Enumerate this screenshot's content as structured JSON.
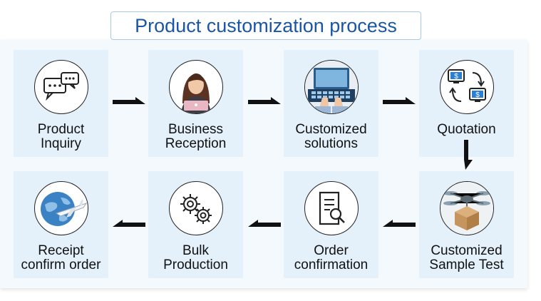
{
  "title": "Product customization process",
  "steps": [
    {
      "label": "Product\nInquiry",
      "icon": "chat-bubbles-icon"
    },
    {
      "label": "Business\nReception",
      "icon": "receptionist-icon"
    },
    {
      "label": "Customized\nsolutions",
      "icon": "laptop-typing-icon"
    },
    {
      "label": "Quotation",
      "icon": "dollar-monitors-icon"
    },
    {
      "label": "Customized\nSample Test",
      "icon": "drone-package-icon"
    },
    {
      "label": "Order\nconfirmation",
      "icon": "document-search-icon"
    },
    {
      "label": "Bulk\nProduction",
      "icon": "gears-icon"
    },
    {
      "label": "Receipt\nconfirm order",
      "icon": "globe-airplane-icon"
    }
  ],
  "colors": {
    "title": "#1a56a8",
    "card": "#e4f1fb",
    "panel": "#f4f9fd",
    "arrow": "#111111"
  }
}
